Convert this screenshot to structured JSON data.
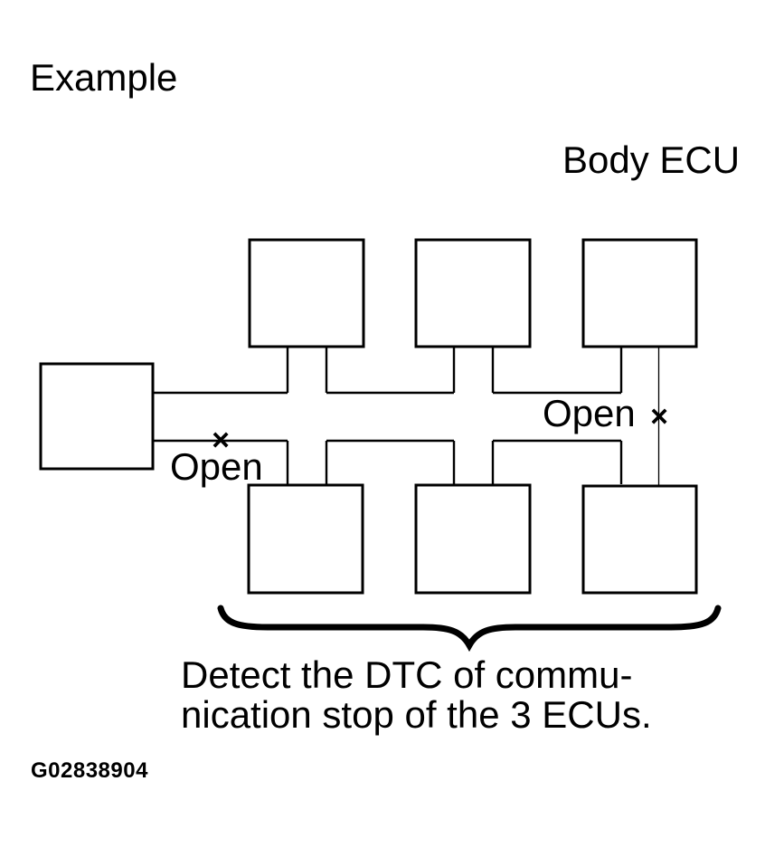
{
  "colors": {
    "background": "#ffffff",
    "ink": "#000000"
  },
  "header": {
    "title": "Example"
  },
  "diagram": {
    "body_ecu_label": "Body ECU",
    "ecu_box_count": 7,
    "open_marks": [
      {
        "label": "Open",
        "symbol": "×"
      },
      {
        "label": "Open",
        "symbol": "×"
      }
    ],
    "caption": {
      "line1": "Detect the DTC of commu-",
      "line2": "nication stop of the 3 ECUs."
    }
  },
  "footer": {
    "figure_number": "G02838904"
  }
}
